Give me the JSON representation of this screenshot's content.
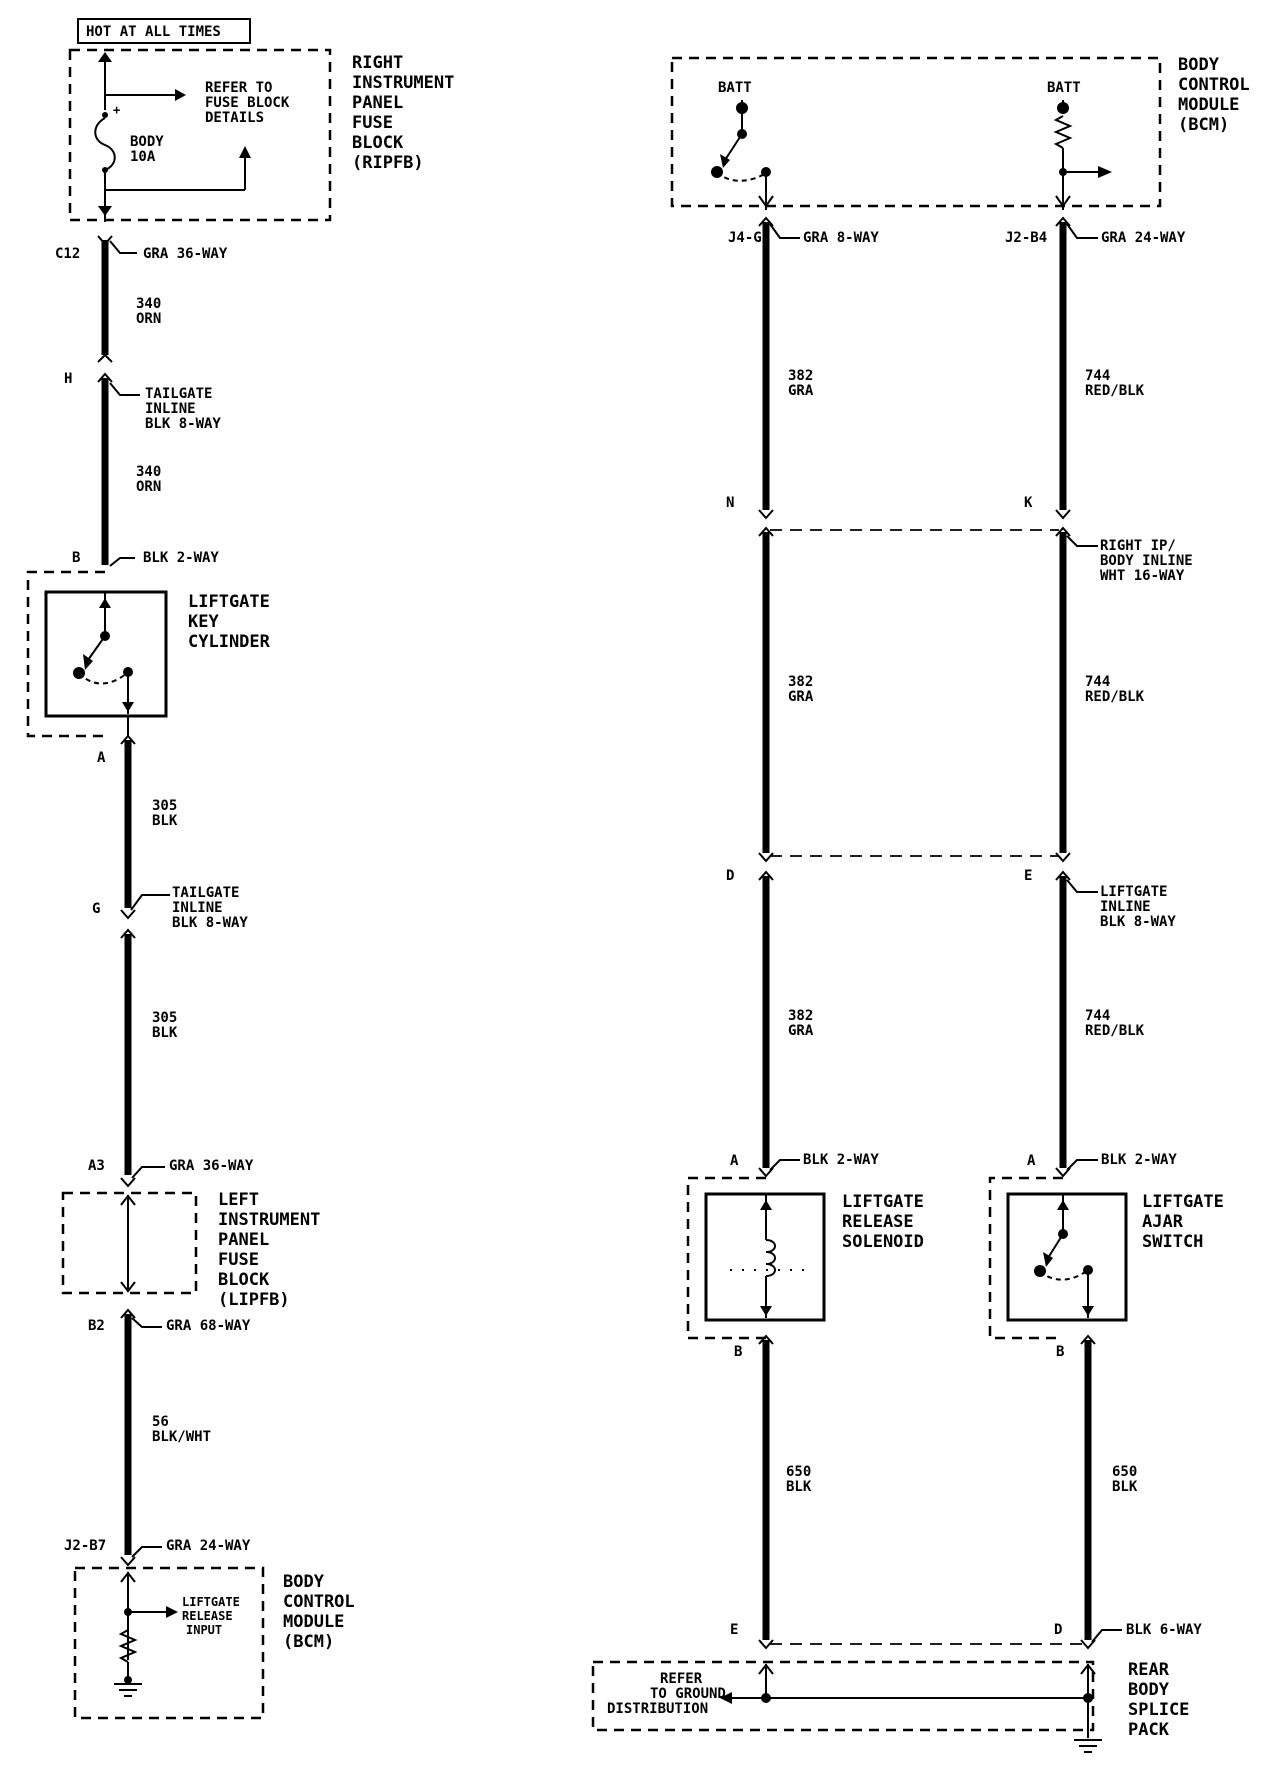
{
  "hot_label": "HOT AT ALL TIMES",
  "ripfb": {
    "name_lines": [
      "RIGHT",
      "INSTRUMENT",
      "PANEL",
      "FUSE",
      "BLOCK",
      "(RIPFB)"
    ],
    "fuse_lines": [
      "BODY",
      "10A"
    ],
    "fuse_plus": "+",
    "refer_lines": [
      "REFER TO",
      "FUSE BLOCK",
      "DETAILS"
    ]
  },
  "left": {
    "c12_pin": "C12",
    "c12_conn": "GRA 36-WAY",
    "wire_340": [
      "340",
      "ORN"
    ],
    "h_pin": "H",
    "tailgate_conn_h": [
      "TAILGATE",
      "INLINE",
      "BLK 8-WAY"
    ],
    "b_pin": "B",
    "b_conn": "BLK 2-WAY",
    "key_cyl_lines": [
      "LIFTGATE",
      "KEY",
      "CYLINDER"
    ],
    "a_pin": "A",
    "wire_305": [
      "305",
      "BLK"
    ],
    "g_pin": "G",
    "tailgate_conn_g": [
      "TAILGATE",
      "INLINE",
      "BLK 8-WAY"
    ],
    "a3_pin": "A3",
    "a3_conn": "GRA 36-WAY",
    "lipfb_lines": [
      "LEFT",
      "INSTRUMENT",
      "PANEL",
      "FUSE",
      "BLOCK",
      "(LIPFB)"
    ],
    "b2_pin": "B2",
    "b2_conn": "GRA 68-WAY",
    "wire_56": [
      "56",
      "BLK/WHT"
    ],
    "j2b7_pin": "J2-B7",
    "j2b7_conn": "GRA 24-WAY",
    "bcm_input_lines": [
      "LIFTGATE",
      "RELEASE",
      "INPUT"
    ],
    "bcm_lines": [
      "BODY",
      "CONTROL",
      "MODULE",
      "(BCM)"
    ]
  },
  "right": {
    "bcm_lines": [
      "BODY",
      "CONTROL",
      "MODULE",
      "(BCM)"
    ],
    "batt1": "BATT",
    "batt2": "BATT",
    "j4g_pin": "J4-G",
    "j4g_conn": "GRA 8-WAY",
    "j2b4_pin": "J2-B4",
    "j2b4_conn": "GRA 24-WAY",
    "wire_382": [
      "382",
      "GRA"
    ],
    "wire_744": [
      "744",
      "RED/BLK"
    ],
    "n_pin": "N",
    "k_pin": "K",
    "ip_inline": [
      "RIGHT IP/",
      "BODY INLINE",
      "WHT 16-WAY"
    ],
    "d_pin": "D",
    "e_pin": "E",
    "liftgate_inline": [
      "LIFTGATE",
      "INLINE",
      "BLK 8-WAY"
    ],
    "sol_a_pin": "A",
    "sol_a_conn": "BLK 2-WAY",
    "sw_a_pin": "A",
    "sw_a_conn": "BLK 2-WAY",
    "solenoid_lines": [
      "LIFTGATE",
      "RELEASE",
      "SOLENOID"
    ],
    "ajar_lines": [
      "LIFTGATE",
      "AJAR",
      "SWITCH"
    ],
    "sol_b_pin": "B",
    "sw_b_pin": "B",
    "wire_650": [
      "650",
      "BLK"
    ],
    "e2_pin": "E",
    "d2_pin": "D",
    "d2_conn": "BLK 6-WAY",
    "ground_refer": [
      "REFER",
      "TO GROUND",
      "DISTRIBUTION"
    ],
    "splice_lines": [
      "REAR",
      "BODY",
      "SPLICE",
      "PACK"
    ]
  }
}
